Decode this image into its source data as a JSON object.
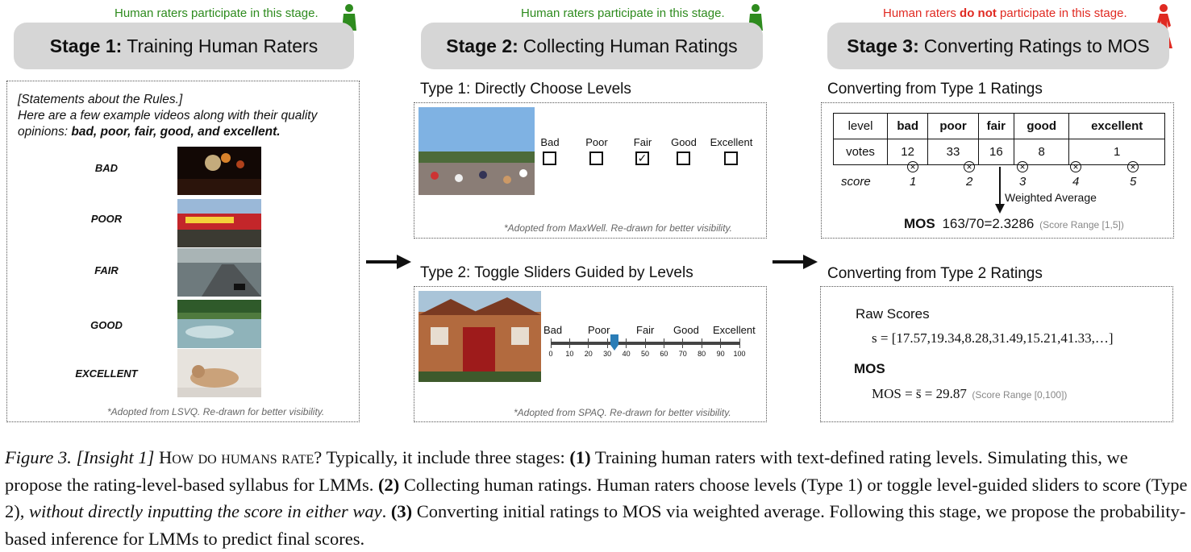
{
  "stages": [
    {
      "note": "Human raters participate in this stage.",
      "num": "Stage 1:",
      "title": "Training Human Raters"
    },
    {
      "note": "Human raters participate in this stage.",
      "num": "Stage 2:",
      "title": "Collecting Human Ratings"
    },
    {
      "note_pre": "Human raters ",
      "note_bold": "do not",
      "note_post": " participate in this stage.",
      "num": "Stage 3:",
      "title": "Converting Ratings to MOS"
    }
  ],
  "colors": {
    "participate": "#2e8b1e",
    "not_participate": "#e02a22",
    "stage_bg": "#d6d6d6"
  },
  "stage1": {
    "statement1": "[Statements about the Rules.]",
    "statement2": "Here are a few example videos along with their quality",
    "statement3_pre": "opinions: ",
    "statement3_bold": "bad, poor, fair, good, and excellent.",
    "levels": [
      "BAD",
      "POOR",
      "FAIR",
      "GOOD",
      "EXCELLENT"
    ],
    "footnote": "*Adopted from LSVQ. Re-drawn for better visibility."
  },
  "stage2": {
    "type1_title": "Type 1: Directly Choose Levels",
    "type1_levels": [
      "Bad",
      "Poor",
      "Fair",
      "Good",
      "Excellent"
    ],
    "type1_checked": "✓",
    "type1_footnote": "*Adopted from MaxWell. Re-drawn for better visibility.",
    "type2_title": "Type 2: Toggle Sliders Guided by Levels",
    "type2_levels": [
      "Bad",
      "Poor",
      "Fair",
      "Good",
      "Excellent"
    ],
    "type2_ticks": [
      "0",
      "10",
      "20",
      "30",
      "40",
      "50",
      "60",
      "70",
      "80",
      "90",
      "100"
    ],
    "type2_footnote": "*Adopted from SPAQ. Re-drawn for better visibility."
  },
  "stage3": {
    "type1_title": "Converting from Type 1 Ratings",
    "table_header": [
      "level",
      "bad",
      "poor",
      "fair",
      "good",
      "excellent"
    ],
    "table_votes_label": "votes",
    "votes": [
      12,
      33,
      16,
      8,
      1
    ],
    "score_label": "score",
    "scores": [
      "1",
      "2",
      "3",
      "4",
      "5"
    ],
    "weighted_label": "Weighted Average",
    "mos_label": "MOS",
    "mos_value": "163/70=2.3286",
    "mos_range": "(Score Range [1,5])",
    "type2_title": "Converting from Type 2 Ratings",
    "raw_label": "Raw Scores",
    "raw_formula": "s = [17.57,19.34,8.28,31.49,15.21,41.33,…]",
    "mos2_label": "MOS",
    "mos2_formula": "MOS = s̄ = 29.87",
    "mos2_range": "(Score Range [0,100])"
  },
  "caption": {
    "fig": "Figure 3.",
    "insight": "[Insight 1]",
    "heading": "How do humans rate",
    "p1": "? Typically, it include three stages: ",
    "n1": "(1)",
    "p2": " Training human raters with text-defined rating levels. Simulating this, we propose the rating-level-based syllabus for LMMs. ",
    "n2": "(2)",
    "p3": " Collecting human ratings. Human raters choose levels (Type 1) or toggle level-guided sliders to score (Type 2), ",
    "italic": "without directly inputting the score in either way",
    "p4": ". ",
    "n3": "(3)",
    "p5": " Converting initial ratings to MOS via weighted average. Following this stage, we propose the probability-based inference for LMMs to predict final scores."
  }
}
